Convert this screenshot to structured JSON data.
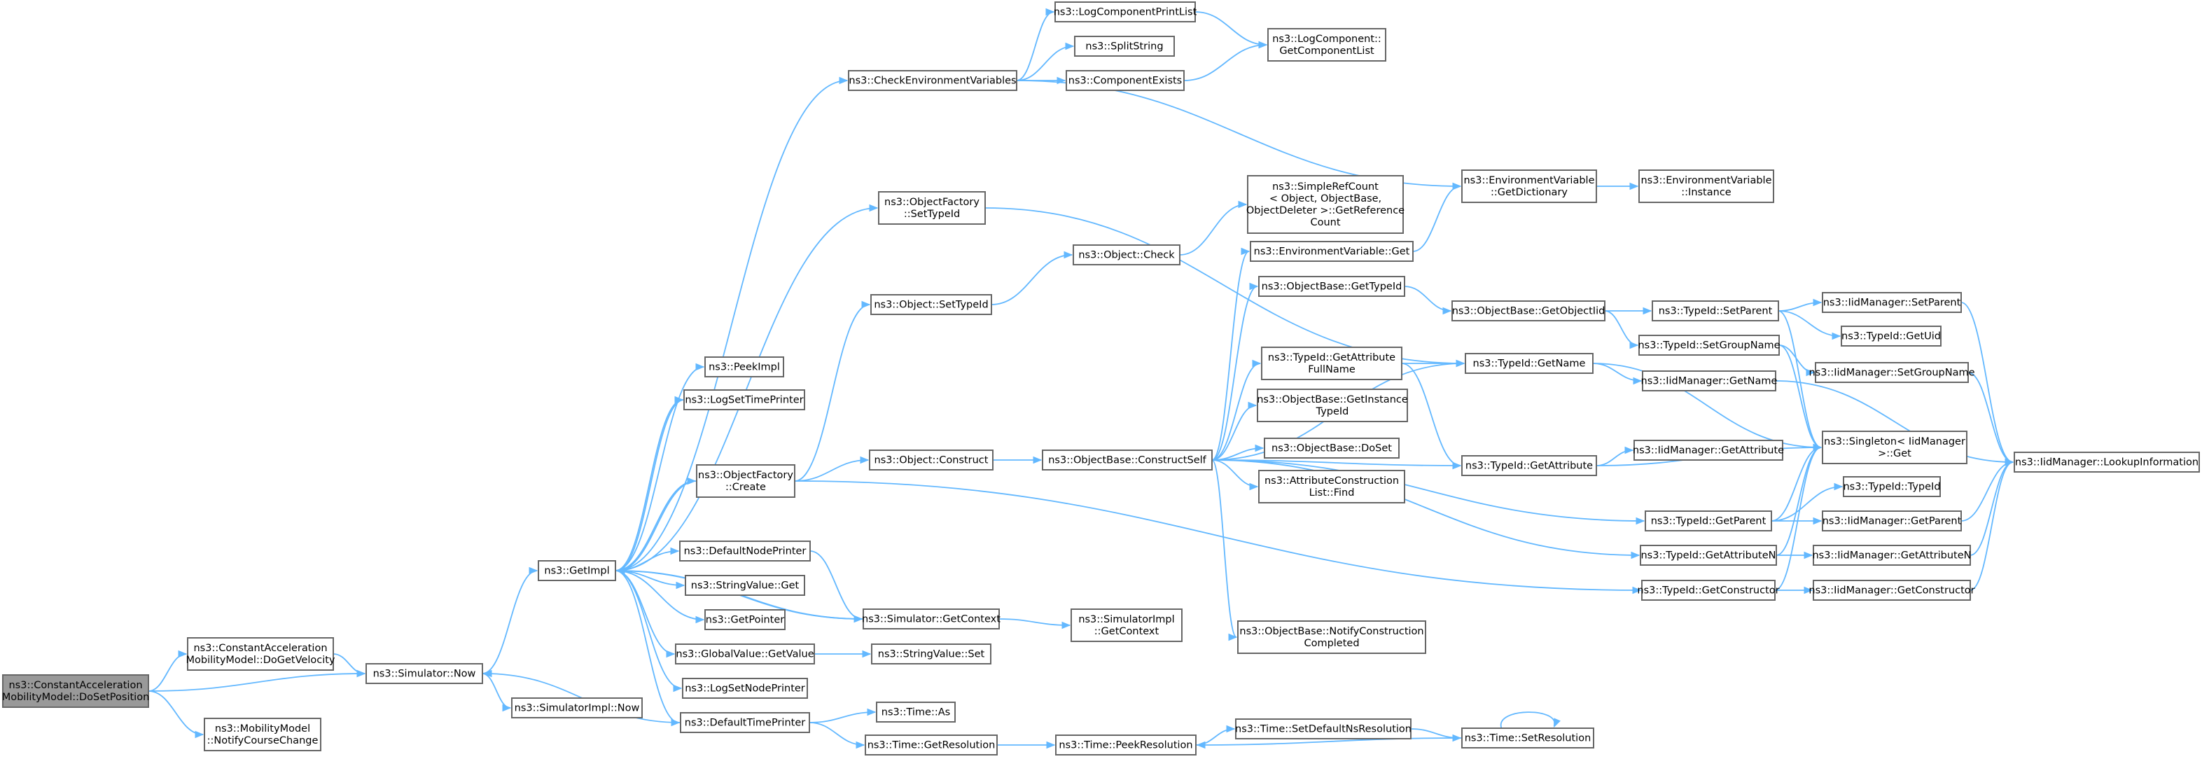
{
  "graph": {
    "edge_color": "#63b8ff",
    "node_fill": "#ffffff",
    "root_fill": "#999999",
    "border_color": "#666666",
    "nodes": [
      {
        "id": "root",
        "lines": [
          "ns3::ConstantAcceleration",
          "MobilityModel::DoSetPosition"
        ],
        "root": true
      },
      {
        "id": "doGetVelocity",
        "lines": [
          "ns3::ConstantAcceleration",
          "MobilityModel::DoGetVelocity"
        ]
      },
      {
        "id": "notifyCourse",
        "lines": [
          "ns3::MobilityModel",
          "::NotifyCourseChange"
        ]
      },
      {
        "id": "simNow",
        "lines": [
          "ns3::Simulator::Now"
        ]
      },
      {
        "id": "getImpl",
        "lines": [
          "ns3::GetImpl"
        ]
      },
      {
        "id": "simImplNow",
        "lines": [
          "ns3::SimulatorImpl::Now"
        ]
      },
      {
        "id": "checkEnv",
        "lines": [
          "ns3::CheckEnvironmentVariables"
        ]
      },
      {
        "id": "logCompPrintList",
        "lines": [
          "ns3::LogComponentPrintList"
        ]
      },
      {
        "id": "splitString",
        "lines": [
          "ns3::SplitString"
        ]
      },
      {
        "id": "compExists",
        "lines": [
          "ns3::ComponentExists"
        ]
      },
      {
        "id": "getCompList",
        "lines": [
          "ns3::LogComponent::",
          "GetComponentList"
        ]
      },
      {
        "id": "envGetDict",
        "lines": [
          "ns3::EnvironmentVariable",
          "::GetDictionary"
        ]
      },
      {
        "id": "envInstance",
        "lines": [
          "ns3::EnvironmentVariable",
          "::Instance"
        ]
      },
      {
        "id": "ofSetTypeId",
        "lines": [
          "ns3::ObjectFactory",
          "::SetTypeId"
        ]
      },
      {
        "id": "simpleRefCount",
        "lines": [
          "ns3::SimpleRefCount",
          "< Object, ObjectBase,",
          "ObjectDeleter >::GetReference",
          "Count"
        ]
      },
      {
        "id": "objCheck",
        "lines": [
          "ns3::Object::Check"
        ]
      },
      {
        "id": "objSetTypeId",
        "lines": [
          "ns3::Object::SetTypeId"
        ]
      },
      {
        "id": "envGet",
        "lines": [
          "ns3::EnvironmentVariable::Get"
        ]
      },
      {
        "id": "obGetTypeId",
        "lines": [
          "ns3::ObjectBase::GetTypeId"
        ]
      },
      {
        "id": "obGetObjectIid",
        "lines": [
          "ns3::ObjectBase::GetObjectIid"
        ]
      },
      {
        "id": "tidSetParent",
        "lines": [
          "ns3::TypeId::SetParent"
        ]
      },
      {
        "id": "iidSetParent",
        "lines": [
          "ns3::IidManager::SetParent"
        ]
      },
      {
        "id": "tidGetUid",
        "lines": [
          "ns3::TypeId::GetUid"
        ]
      },
      {
        "id": "tidSetGroupName",
        "lines": [
          "ns3::TypeId::SetGroupName"
        ]
      },
      {
        "id": "iidSetGroupName",
        "lines": [
          "ns3::IidManager::SetGroupName"
        ]
      },
      {
        "id": "peekImpl",
        "lines": [
          "ns3::PeekImpl"
        ]
      },
      {
        "id": "logSetTimePrinter",
        "lines": [
          "ns3::LogSetTimePrinter"
        ]
      },
      {
        "id": "tidGetAttrFullName",
        "lines": [
          "ns3::TypeId::GetAttribute",
          "FullName"
        ]
      },
      {
        "id": "tidGetName",
        "lines": [
          "ns3::TypeId::GetName"
        ]
      },
      {
        "id": "iidGetName",
        "lines": [
          "ns3::IidManager::GetName"
        ]
      },
      {
        "id": "obGetInstanceTypeId",
        "lines": [
          "ns3::ObjectBase::GetInstance",
          "TypeId"
        ]
      },
      {
        "id": "singletonGet",
        "lines": [
          "ns3::Singleton< IidManager",
          ">::Get"
        ]
      },
      {
        "id": "obDoSet",
        "lines": [
          "ns3::ObjectBase::DoSet"
        ]
      },
      {
        "id": "iidLookupInfo",
        "lines": [
          "ns3::IidManager::LookupInformation"
        ]
      },
      {
        "id": "ofCreate",
        "lines": [
          "ns3::ObjectFactory",
          "::Create"
        ]
      },
      {
        "id": "objConstruct",
        "lines": [
          "ns3::Object::Construct"
        ]
      },
      {
        "id": "obConstructSelf",
        "lines": [
          "ns3::ObjectBase::ConstructSelf"
        ]
      },
      {
        "id": "tidGetAttribute",
        "lines": [
          "ns3::TypeId::GetAttribute"
        ]
      },
      {
        "id": "iidGetAttribute",
        "lines": [
          "ns3::IidManager::GetAttribute"
        ]
      },
      {
        "id": "acListFind",
        "lines": [
          "ns3::AttributeConstruction",
          "List::Find"
        ]
      },
      {
        "id": "tidTypeId",
        "lines": [
          "ns3::TypeId::TypeId"
        ]
      },
      {
        "id": "tidGetParent",
        "lines": [
          "ns3::TypeId::GetParent"
        ]
      },
      {
        "id": "iidGetParent",
        "lines": [
          "ns3::IidManager::GetParent"
        ]
      },
      {
        "id": "defaultNodePrinter",
        "lines": [
          "ns3::DefaultNodePrinter"
        ]
      },
      {
        "id": "tidGetAttributeN",
        "lines": [
          "ns3::TypeId::GetAttributeN"
        ]
      },
      {
        "id": "iidGetAttributeN",
        "lines": [
          "ns3::IidManager::GetAttributeN"
        ]
      },
      {
        "id": "stringValueGet",
        "lines": [
          "ns3::StringValue::Get"
        ]
      },
      {
        "id": "simGetContext",
        "lines": [
          "ns3::Simulator::GetContext"
        ]
      },
      {
        "id": "simImplGetContext",
        "lines": [
          "ns3::SimulatorImpl",
          "::GetContext"
        ]
      },
      {
        "id": "tidGetConstructor",
        "lines": [
          "ns3::TypeId::GetConstructor"
        ]
      },
      {
        "id": "iidGetConstructor",
        "lines": [
          "ns3::IidManager::GetConstructor"
        ]
      },
      {
        "id": "getPointer",
        "lines": [
          "ns3::GetPointer"
        ]
      },
      {
        "id": "obNotifyConstruction",
        "lines": [
          "ns3::ObjectBase::NotifyConstruction",
          "Completed"
        ]
      },
      {
        "id": "globalValueGetValue",
        "lines": [
          "ns3::GlobalValue::GetValue"
        ]
      },
      {
        "id": "stringValueSet",
        "lines": [
          "ns3::StringValue::Set"
        ]
      },
      {
        "id": "logSetNodePrinter",
        "lines": [
          "ns3::LogSetNodePrinter"
        ]
      },
      {
        "id": "defaultTimePrinter",
        "lines": [
          "ns3::DefaultTimePrinter"
        ]
      },
      {
        "id": "timeAs",
        "lines": [
          "ns3::Time::As"
        ]
      },
      {
        "id": "timeSetDefaultNsRes",
        "lines": [
          "ns3::Time::SetDefaultNsResolution"
        ]
      },
      {
        "id": "timeGetResolution",
        "lines": [
          "ns3::Time::GetResolution"
        ]
      },
      {
        "id": "timePeekResolution",
        "lines": [
          "ns3::Time::PeekResolution"
        ]
      },
      {
        "id": "timeSetResolution",
        "lines": [
          "ns3::Time::SetResolution"
        ]
      }
    ],
    "edges": [
      [
        "root",
        "doGetVelocity"
      ],
      [
        "root",
        "simNow"
      ],
      [
        "root",
        "notifyCourse"
      ],
      [
        "doGetVelocity",
        "simNow"
      ],
      [
        "simNow",
        "getImpl"
      ],
      [
        "simNow",
        "simImplNow"
      ],
      [
        "getImpl",
        "checkEnv"
      ],
      [
        "getImpl",
        "peekImpl"
      ],
      [
        "getImpl",
        "logSetTimePrinter"
      ],
      [
        "getImpl",
        "ofCreate"
      ],
      [
        "getImpl",
        "defaultNodePrinter"
      ],
      [
        "getImpl",
        "stringValueGet"
      ],
      [
        "getImpl",
        "simGetContext"
      ],
      [
        "getImpl",
        "getPointer"
      ],
      [
        "getImpl",
        "globalValueGetValue"
      ],
      [
        "getImpl",
        "logSetNodePrinter"
      ],
      [
        "getImpl",
        "defaultTimePrinter"
      ],
      [
        "getImpl",
        "ofSetTypeId"
      ],
      [
        "checkEnv",
        "logCompPrintList"
      ],
      [
        "checkEnv",
        "splitString"
      ],
      [
        "checkEnv",
        "compExists"
      ],
      [
        "checkEnv",
        "envGetDict"
      ],
      [
        "logCompPrintList",
        "getCompList"
      ],
      [
        "compExists",
        "getCompList"
      ],
      [
        "envGetDict",
        "envInstance"
      ],
      [
        "ofSetTypeId",
        "tidGetName"
      ],
      [
        "logSetTimePrinter",
        "getImpl"
      ],
      [
        "ofCreate",
        "getImpl"
      ],
      [
        "ofCreate",
        "objSetTypeId"
      ],
      [
        "ofCreate",
        "objConstruct"
      ],
      [
        "ofCreate",
        "tidGetConstructor"
      ],
      [
        "objSetTypeId",
        "objCheck"
      ],
      [
        "objCheck",
        "simpleRefCount"
      ],
      [
        "objConstruct",
        "obConstructSelf"
      ],
      [
        "obConstructSelf",
        "envGet"
      ],
      [
        "obConstructSelf",
        "obGetTypeId"
      ],
      [
        "obConstructSelf",
        "tidGetName"
      ],
      [
        "obConstructSelf",
        "tidGetAttrFullName"
      ],
      [
        "obConstructSelf",
        "obGetInstanceTypeId"
      ],
      [
        "obConstructSelf",
        "obDoSet"
      ],
      [
        "obConstructSelf",
        "acListFind"
      ],
      [
        "obConstructSelf",
        "tidGetAttribute"
      ],
      [
        "obConstructSelf",
        "tidGetParent"
      ],
      [
        "obConstructSelf",
        "tidGetAttributeN"
      ],
      [
        "obConstructSelf",
        "obNotifyConstruction"
      ],
      [
        "envGet",
        "envGetDict"
      ],
      [
        "obGetTypeId",
        "obGetObjectIid"
      ],
      [
        "obGetObjectIid",
        "tidSetParent"
      ],
      [
        "obGetObjectIid",
        "tidSetGroupName"
      ],
      [
        "tidSetParent",
        "iidSetParent"
      ],
      [
        "tidSetParent",
        "tidGetUid"
      ],
      [
        "tidSetParent",
        "singletonGet"
      ],
      [
        "tidSetGroupName",
        "iidSetGroupName"
      ],
      [
        "tidSetGroupName",
        "singletonGet"
      ],
      [
        "iidSetParent",
        "iidLookupInfo"
      ],
      [
        "iidSetGroupName",
        "iidLookupInfo"
      ],
      [
        "tidGetAttrFullName",
        "tidGetName"
      ],
      [
        "tidGetAttrFullName",
        "tidGetAttribute"
      ],
      [
        "tidGetName",
        "iidGetName"
      ],
      [
        "tidGetName",
        "singletonGet"
      ],
      [
        "iidGetName",
        "iidLookupInfo"
      ],
      [
        "tidGetAttribute",
        "iidGetAttribute"
      ],
      [
        "tidGetAttribute",
        "singletonGet"
      ],
      [
        "tidGetParent",
        "tidTypeId"
      ],
      [
        "tidGetParent",
        "iidGetParent"
      ],
      [
        "tidGetParent",
        "singletonGet"
      ],
      [
        "iidGetParent",
        "iidLookupInfo"
      ],
      [
        "tidGetAttributeN",
        "iidGetAttributeN"
      ],
      [
        "tidGetAttributeN",
        "singletonGet"
      ],
      [
        "iidGetAttributeN",
        "iidLookupInfo"
      ],
      [
        "tidGetConstructor",
        "iidGetConstructor"
      ],
      [
        "tidGetConstructor",
        "singletonGet"
      ],
      [
        "iidGetConstructor",
        "iidLookupInfo"
      ],
      [
        "defaultNodePrinter",
        "simGetContext"
      ],
      [
        "simGetContext",
        "getImpl"
      ],
      [
        "simGetContext",
        "simImplGetContext"
      ],
      [
        "globalValueGetValue",
        "stringValueSet"
      ],
      [
        "defaultTimePrinter",
        "simNow"
      ],
      [
        "defaultTimePrinter",
        "timeAs"
      ],
      [
        "defaultTimePrinter",
        "timeGetResolution"
      ],
      [
        "timeGetResolution",
        "timePeekResolution"
      ],
      [
        "timePeekResolution",
        "timeSetDefaultNsRes"
      ],
      [
        "timeSetDefaultNsRes",
        "timeSetResolution"
      ],
      [
        "timeSetResolution",
        "timePeekResolution"
      ],
      [
        "timeSetResolution",
        "timeSetResolution"
      ]
    ]
  }
}
